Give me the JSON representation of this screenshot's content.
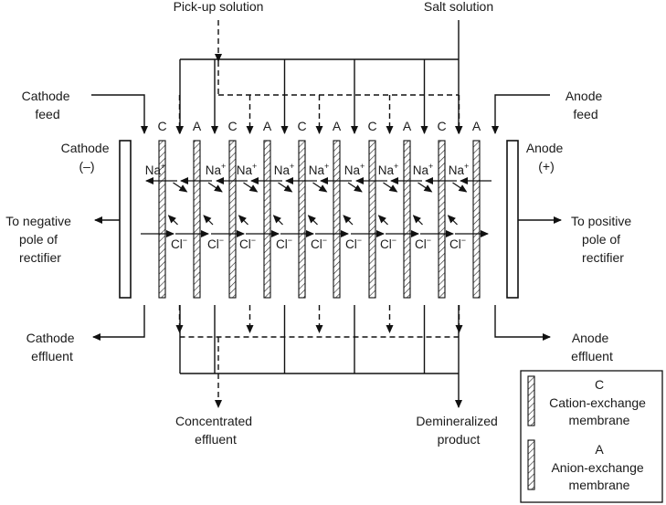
{
  "labels": {
    "pickup": "Pick-up solution",
    "salt": "Salt solution",
    "cathode_feed": [
      "Cathode",
      "feed"
    ],
    "anode_feed": [
      "Anode",
      "feed"
    ],
    "cathode": [
      "Cathode",
      "(–)"
    ],
    "anode": [
      "Anode",
      "(+)"
    ],
    "negative_pole": [
      "To negative",
      "pole of",
      "rectifier"
    ],
    "positive_pole": [
      "To positive",
      "pole of",
      "rectifier"
    ],
    "cathode_effluent": [
      "Cathode",
      "effluent"
    ],
    "anode_effluent": [
      "Anode",
      "effluent"
    ],
    "concentrated": [
      "Concentrated",
      "effluent"
    ],
    "demineralized": [
      "Demineralized",
      "product"
    ]
  },
  "membrane_letters": [
    "C",
    "A",
    "C",
    "A",
    "C",
    "A",
    "C",
    "A",
    "C",
    "A"
  ],
  "ions": {
    "cation": "Na",
    "cation_charge": "+",
    "anion": "Cl",
    "anion_charge": "−"
  },
  "legend": {
    "cation_letter": "C",
    "cation_name": [
      "Cation-exchange",
      "membrane"
    ],
    "anion_letter": "A",
    "anion_name": [
      "Anion-exchange",
      "membrane"
    ]
  }
}
